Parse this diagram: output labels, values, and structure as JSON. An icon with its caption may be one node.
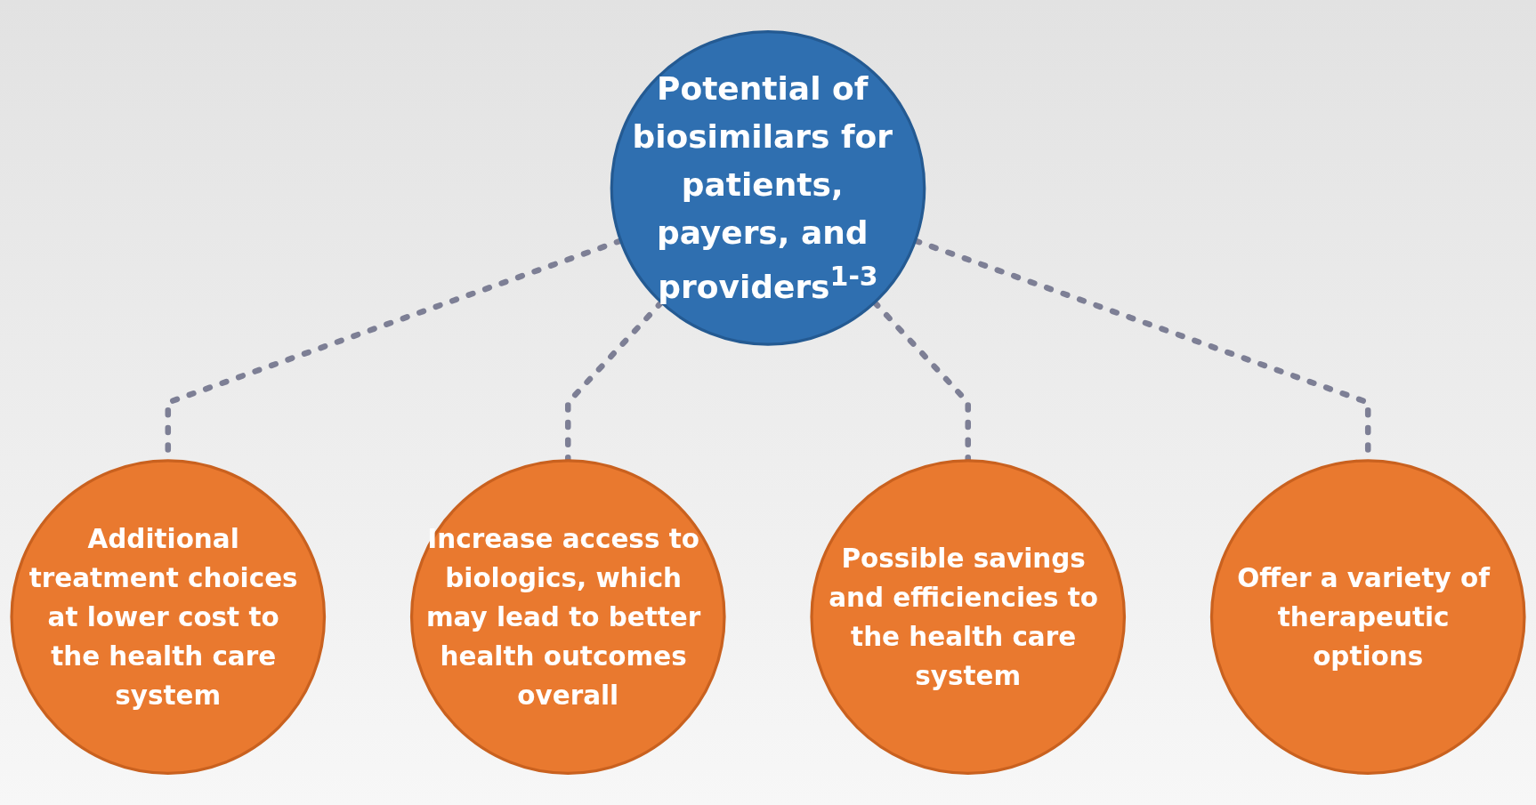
{
  "diagram": {
    "nodes": [
      {
        "text": [
          "Potential of biosimilars for patients, payers, and providers$^{1-3}$"
        ]
      },
      {
        "text": [
          "Additional treatment choices at lower cost to the health care system"
        ]
      },
      {
        "text": [
          "Increase access to biologics, which may lead to better health outcomes overall"
        ]
      },
      {
        "text": [
          "Possible savings and efficiencies to the health care system"
        ]
      },
      {
        "text": [
          "Offer a variety of therapeutic options"
        ]
      }
    ],
    "edges": [
      {
        "from": 0,
        "to": 1,
        "arrow": "none",
        "style": "dashed"
      },
      {
        "from": 0,
        "to": 2,
        "arrow": "none",
        "style": "dashed"
      },
      {
        "from": 0,
        "to": 3,
        "arrow": "none",
        "style": "dashed"
      },
      {
        "from": 0,
        "to": 4,
        "arrow": "none",
        "style": "dashed"
      }
    ]
  }
}
